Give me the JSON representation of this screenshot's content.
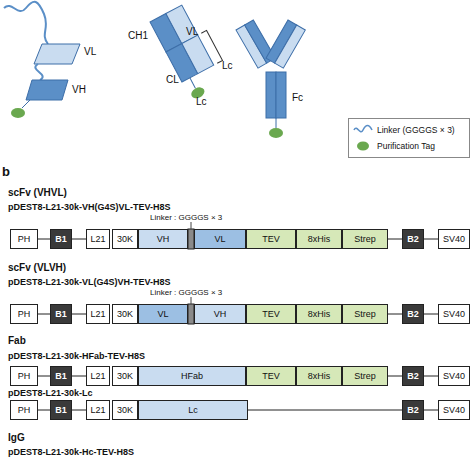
{
  "diagram": {
    "nodes": [
      {
        "text": [
          "PH"
        ]
      },
      {
        "text": [
          "B1"
        ]
      },
      {
        "text": [
          "L21"
        ]
      },
      {
        "text": [
          "30K"
        ]
      },
      {
        "text": [
          "VH"
        ]
      },
      {
        "text": [
          "VL"
        ]
      },
      {
        "text": [
          "TEV"
        ]
      },
      {
        "text": [
          "8xHis"
        ]
      },
      {
        "text": [
          "Strep"
        ]
      },
      {
        "text": [
          "B2"
        ]
      },
      {
        "text": [
          "SV40"
        ]
      },
      {
        "text": [
          "PH"
        ]
      },
      {
        "text": [
          "B1"
        ]
      },
      {
        "text": [
          "L21"
        ]
      },
      {
        "text": [
          "30K"
        ]
      },
      {
        "text": [
          "VL"
        ]
      },
      {
        "text": [
          "VH"
        ]
      },
      {
        "text": [
          "TEV"
        ]
      },
      {
        "text": [
          "8xHis"
        ]
      },
      {
        "text": [
          "Strep"
        ]
      },
      {
        "text": [
          "B2"
        ]
      },
      {
        "text": [
          "SV40"
        ]
      },
      {
        "text": [
          "PH"
        ]
      },
      {
        "text": [
          "B1"
        ]
      },
      {
        "text": [
          "L21"
        ]
      },
      {
        "text": [
          "30K"
        ]
      },
      {
        "text": [
          "HFab"
        ]
      },
      {
        "text": [
          "TEV"
        ]
      },
      {
        "text": [
          "8xHis"
        ]
      },
      {
        "text": [
          "Strep"
        ]
      },
      {
        "text": [
          "B2"
        ]
      },
      {
        "text": [
          "SV40"
        ]
      },
      {
        "text": [
          "PH"
        ]
      },
      {
        "text": [
          "B1"
        ]
      },
      {
        "text": [
          "L21"
        ]
      },
      {
        "text": [
          "30K"
        ]
      },
      {
        "text": [
          "Lc"
        ]
      },
      {
        "text": [
          "B2"
        ]
      },
      {
        "text": [
          "SV40"
        ]
      }
    ],
    "edges": [
      {
        "from": 0,
        "to": 1,
        "arrow": "none"
      },
      {
        "from": 1,
        "to": 2,
        "arrow": "none"
      },
      {
        "from": 8,
        "to": 9,
        "arrow": "none"
      },
      {
        "from": 9,
        "to": 10,
        "arrow": "none"
      },
      {
        "from": 11,
        "to": 12,
        "arrow": "none"
      },
      {
        "from": 12,
        "to": 13,
        "arrow": "none"
      },
      {
        "from": 19,
        "to": 20,
        "arrow": "none"
      },
      {
        "from": 20,
        "to": 21,
        "arrow": "none"
      },
      {
        "from": 22,
        "to": 23,
        "arrow": "none"
      },
      {
        "from": 23,
        "to": 24,
        "arrow": "none"
      },
      {
        "from": 29,
        "to": 30,
        "arrow": "none"
      },
      {
        "from": 30,
        "to": 31,
        "arrow": "none"
      },
      {
        "from": 32,
        "to": 33,
        "arrow": "none"
      },
      {
        "from": 33,
        "to": 34,
        "arrow": "none"
      },
      {
        "from": 36,
        "to": 37,
        "arrow": "none"
      },
      {
        "from": 37,
        "to": 38,
        "arrow": "none"
      }
    ],
    "labels": [
      "VL",
      "VH",
      "CH1",
      "VL",
      "CL",
      "Lc",
      "Lc",
      "Fc",
      "b",
      "scFv (VHVL)",
      "pDEST8-L21-30k-VH(G4S)VL-TEV-H8S",
      "Linker : GGGGS × 3",
      "scFv (VLVH)",
      "pDEST8-L21-30k-VL(G4S)VH-TEV-H8S",
      "Linker : GGGGS × 3",
      "Fab",
      "pDEST8-L21-30k-HFab-TEV-H8S",
      "pDEST8-L21-30k-Lc",
      "IgG",
      "pDEST8-L21-30k-Hc-TEV-H8S"
    ],
    "legend": [
      {
        "text": "Linker (GGGGS × 3)"
      },
      {
        "text": "Purification Tag",
        "color": "#6aa84f"
      }
    ]
  }
}
